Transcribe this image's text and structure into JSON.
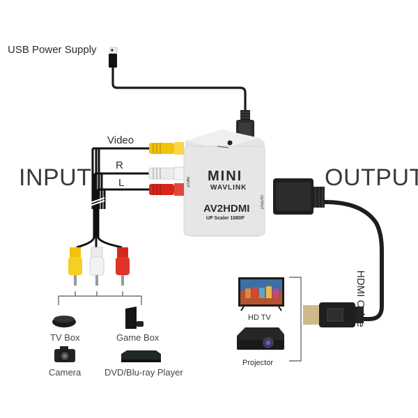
{
  "labels": {
    "usb_power": "USB Power Supply",
    "input": "INPUT",
    "output": "OUTPUT",
    "video": "Video",
    "right": "R",
    "left": "L",
    "hdmi_cable": "HDMI Cable"
  },
  "device": {
    "brand_line1": "MINI",
    "brand_line2": "WAVLINK",
    "model": "AV2HDMI",
    "subtitle": "UP Scaler 1080P",
    "side_input": "INPUT",
    "side_output": "OUTPUT"
  },
  "sources": [
    {
      "name": "TV Box",
      "icon": "tv-box-icon"
    },
    {
      "name": "Game Box",
      "icon": "game-console-icon"
    },
    {
      "name": "Camera",
      "icon": "camera-icon"
    },
    {
      "name": "DVD/Blu-ray Player",
      "icon": "dvd-player-icon"
    }
  ],
  "displays": [
    {
      "name": "HD TV",
      "icon": "hd-tv-icon"
    },
    {
      "name": "Projector",
      "icon": "projector-icon"
    }
  ],
  "colors": {
    "cable": "#1a1a1a",
    "yellow": "#f2c20a",
    "white": "#e9e9e9",
    "red": "#d8261c",
    "device_body": "#e6e6e6",
    "hdmi_tip": "#cdb98a"
  }
}
